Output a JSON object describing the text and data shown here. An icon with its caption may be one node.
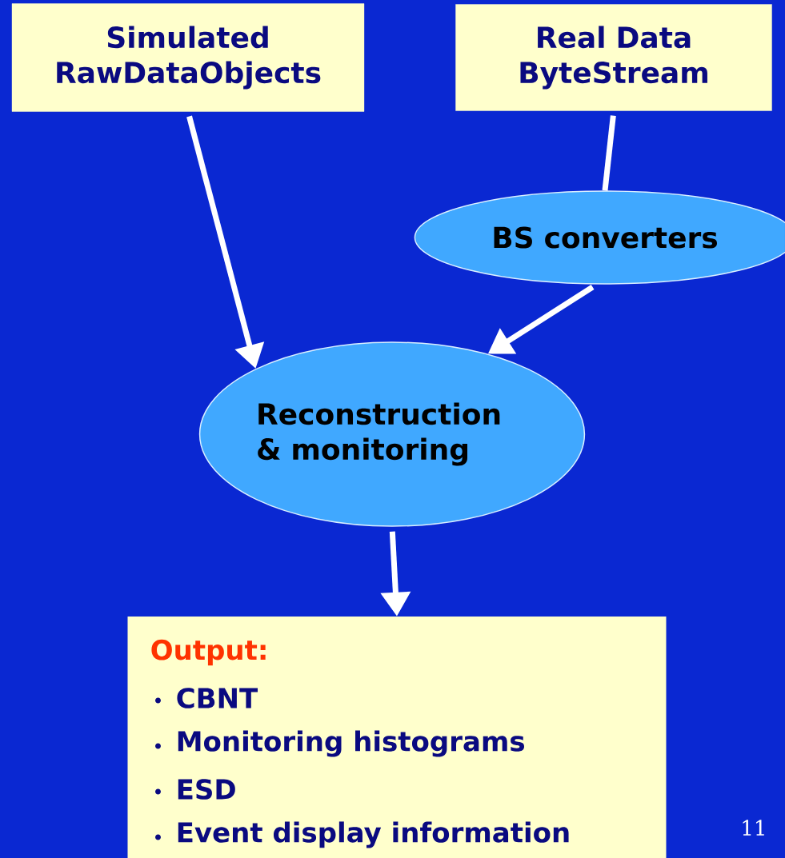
{
  "diagram": {
    "nodes": [
      {
        "text": [
          "Simulated RawDataObjects"
        ]
      },
      {
        "text": [
          "Real Data ByteStream"
        ]
      },
      {
        "text": [
          "BS converters"
        ]
      },
      {
        "text": [
          "Reconstruction & monitoring"
        ]
      },
      {
        "text": [
          "Output:",
          "CBNT",
          "Monitoring histograms",
          "ESD",
          "Event display information"
        ]
      }
    ],
    "edges": [
      {
        "from": 0,
        "to": 3,
        "arrow": "to"
      },
      {
        "from": 1,
        "to": 2,
        "arrow": "none"
      },
      {
        "from": 2,
        "to": 3,
        "arrow": "to"
      },
      {
        "from": 3,
        "to": 4,
        "arrow": "to"
      }
    ],
    "labels": [
      "11"
    ]
  }
}
